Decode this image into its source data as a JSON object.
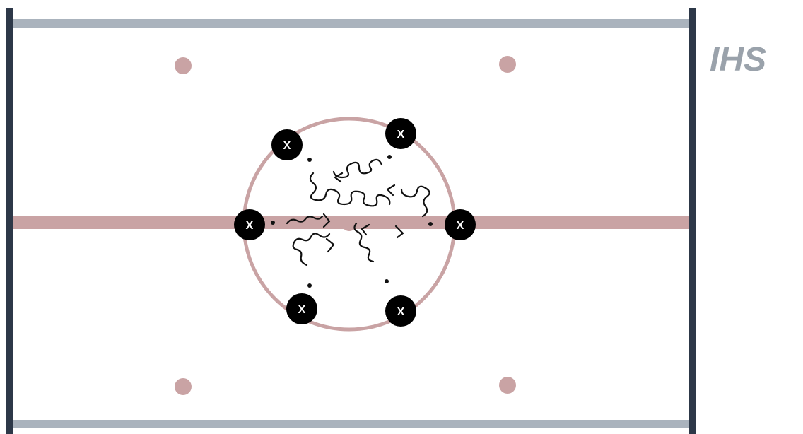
{
  "logo": {
    "text": "IHS"
  },
  "colors": {
    "board": "#2d3848",
    "rail": "#aab3bd",
    "rink_marking": "#c9a3a4",
    "player_fill": "#000000",
    "player_text": "#ffffff",
    "path": "#111111"
  },
  "players": [
    {
      "label": "X"
    },
    {
      "label": "X"
    },
    {
      "label": "X"
    },
    {
      "label": "X"
    },
    {
      "label": "X"
    },
    {
      "label": "X"
    }
  ],
  "icons": {
    "player": "player-marker-icon",
    "skate_path": "wavy-skate-path-icon",
    "arrow": "arrowhead-icon"
  }
}
